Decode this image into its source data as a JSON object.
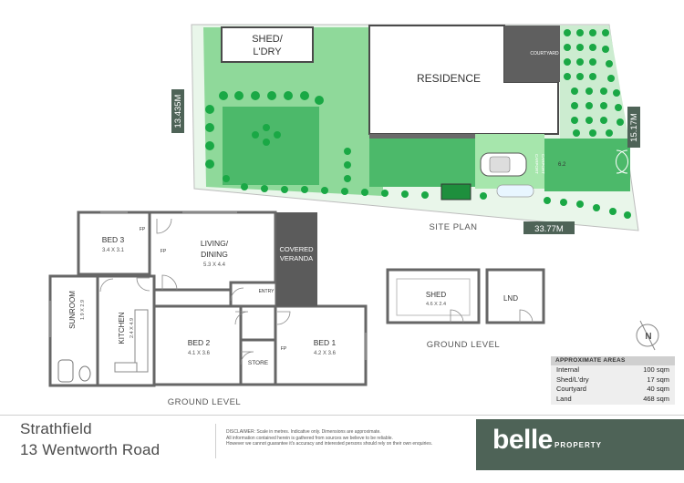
{
  "site_plan": {
    "shed_label_1": "SHED/",
    "shed_label_2": "L'DRY",
    "residence_label": "RESIDENCE",
    "courtyard_label": "COURTYARD",
    "carport_label_1": "CARPORT",
    "carport_label_2": "CARPORT",
    "carport_dim": "6.2",
    "dim_left": "13.435M",
    "dim_right": "15.17M",
    "dim_bottom": "33.77M",
    "title": "SITE PLAN"
  },
  "main_plan": {
    "rooms": {
      "bed3": {
        "name": "BED 3",
        "size": "3.4 X 3.1"
      },
      "living": {
        "name": "LIVING/",
        "name2": "DINING",
        "size": "5.3 X 4.4"
      },
      "veranda": {
        "name": "COVERED",
        "name2": "VERANDA"
      },
      "sunroom": {
        "name": "SUNROOM",
        "size": "1.9 X 2.9"
      },
      "kitchen": {
        "name": "KITCHEN",
        "size": "2.4 X 4.9"
      },
      "bed2": {
        "name": "BED 2",
        "size": "4.1 X 3.6"
      },
      "bed1": {
        "name": "BED 1",
        "size": "4.2 X 3.6"
      },
      "store": {
        "name": "STORE"
      },
      "entry": {
        "name": "ENTRY"
      }
    },
    "fp_labels": [
      "FP",
      "FP",
      "FP"
    ],
    "level_label": "GROUND LEVEL"
  },
  "outbuilding_plan": {
    "shed": {
      "name": "SHED",
      "size": "4.6 X 2.4"
    },
    "lnd": {
      "name": "LND"
    },
    "level_label": "GROUND LEVEL"
  },
  "compass": {
    "label": "N"
  },
  "areas": {
    "heading": "APPROXIMATE AREAS",
    "rows": [
      {
        "label": "Internal",
        "value": "100 sqm"
      },
      {
        "label": "Shed/L'dry",
        "value": "17 sqm"
      },
      {
        "label": "Courtyard",
        "value": "40 sqm"
      },
      {
        "label": "Land",
        "value": "468 sqm"
      }
    ]
  },
  "address": {
    "suburb": "Strathfield",
    "street": "13 Wentworth Road"
  },
  "disclaimer": {
    "line1": "DISCLAIMER: Scale in metres. Indicative only. Dimensions are approximate.",
    "line2": "All information contained herein is gathered from sources we believe to be reliable.",
    "line3": "However we cannot guarantee it's accuracy and interested persons should rely on their own enquiries."
  },
  "brand": {
    "name": "belle",
    "sub": "PROPERTY",
    "color": "#4e6357"
  },
  "colors": {
    "lawn": "#8fd99a",
    "grass": "#4cb96a",
    "paving": "#a6e6ac",
    "shrub": "#1aa845",
    "veranda": "#5b5b5b",
    "wall": "#666666"
  }
}
